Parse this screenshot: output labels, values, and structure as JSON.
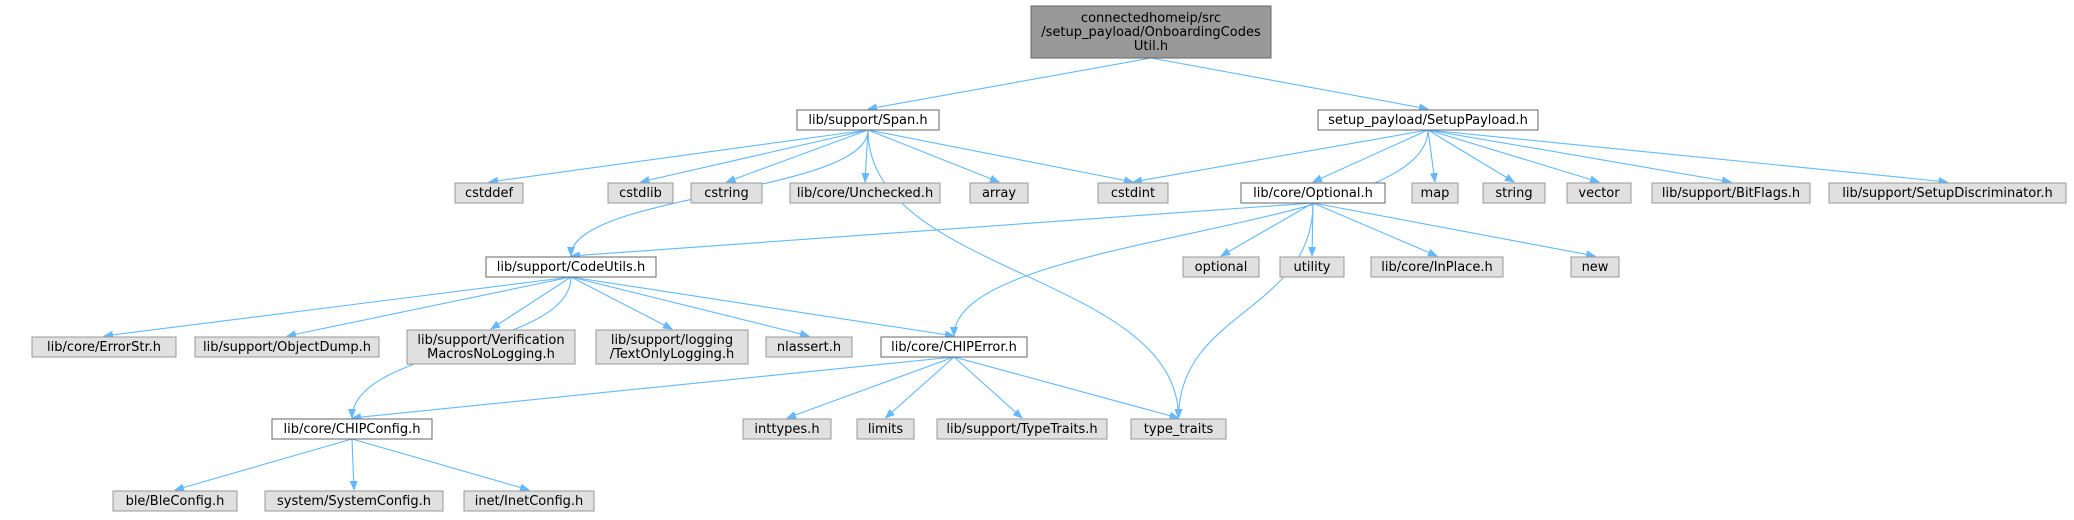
{
  "colors": {
    "root_fill": "#999999",
    "root_stroke": "#666666",
    "doc_fill": "#ffffff",
    "doc_stroke": "#666666",
    "sys_fill": "#e0e0e0",
    "sys_stroke": "#999999",
    "edge": "#63b8ff"
  },
  "nodes": [
    {
      "id": "root",
      "kind": "root",
      "lines": [
        "connectedhomeip/src",
        "/setup_payload/OnboardingCodes",
        "Util.h"
      ]
    },
    {
      "id": "span",
      "kind": "doc",
      "lines": [
        "lib/support/Span.h"
      ]
    },
    {
      "id": "setuppayload",
      "kind": "doc",
      "lines": [
        "setup_payload/SetupPayload.h"
      ]
    },
    {
      "id": "cstddef",
      "kind": "sys",
      "lines": [
        "cstddef"
      ]
    },
    {
      "id": "cstdlib",
      "kind": "sys",
      "lines": [
        "cstdlib"
      ]
    },
    {
      "id": "cstring",
      "kind": "sys",
      "lines": [
        "cstring"
      ]
    },
    {
      "id": "unchecked",
      "kind": "sys",
      "lines": [
        "lib/core/Unchecked.h"
      ]
    },
    {
      "id": "array",
      "kind": "sys",
      "lines": [
        "array"
      ]
    },
    {
      "id": "cstdint",
      "kind": "sys",
      "lines": [
        "cstdint"
      ]
    },
    {
      "id": "optional_h",
      "kind": "doc",
      "lines": [
        "lib/core/Optional.h"
      ]
    },
    {
      "id": "map",
      "kind": "sys",
      "lines": [
        "map"
      ]
    },
    {
      "id": "string",
      "kind": "sys",
      "lines": [
        "string"
      ]
    },
    {
      "id": "vector",
      "kind": "sys",
      "lines": [
        "vector"
      ]
    },
    {
      "id": "bitflags",
      "kind": "sys",
      "lines": [
        "lib/support/BitFlags.h"
      ]
    },
    {
      "id": "setupdisc",
      "kind": "sys",
      "lines": [
        "lib/support/SetupDiscriminator.h"
      ]
    },
    {
      "id": "codeutils",
      "kind": "doc",
      "lines": [
        "lib/support/CodeUtils.h"
      ]
    },
    {
      "id": "optional",
      "kind": "sys",
      "lines": [
        "optional"
      ]
    },
    {
      "id": "utility",
      "kind": "sys",
      "lines": [
        "utility"
      ]
    },
    {
      "id": "inplace",
      "kind": "sys",
      "lines": [
        "lib/core/InPlace.h"
      ]
    },
    {
      "id": "new",
      "kind": "sys",
      "lines": [
        "new"
      ]
    },
    {
      "id": "errorstr",
      "kind": "sys",
      "lines": [
        "lib/core/ErrorStr.h"
      ]
    },
    {
      "id": "objectdump",
      "kind": "sys",
      "lines": [
        "lib/support/ObjectDump.h"
      ]
    },
    {
      "id": "verifmacros",
      "kind": "sys",
      "lines": [
        "lib/support/Verification",
        "MacrosNoLogging.h"
      ]
    },
    {
      "id": "textonly",
      "kind": "sys",
      "lines": [
        "lib/support/logging",
        "/TextOnlyLogging.h"
      ]
    },
    {
      "id": "nlassert",
      "kind": "sys",
      "lines": [
        "nlassert.h"
      ]
    },
    {
      "id": "chiperror",
      "kind": "doc",
      "lines": [
        "lib/core/CHIPError.h"
      ]
    },
    {
      "id": "chipconfig",
      "kind": "doc",
      "lines": [
        "lib/core/CHIPConfig.h"
      ]
    },
    {
      "id": "inttypes",
      "kind": "sys",
      "lines": [
        "inttypes.h"
      ]
    },
    {
      "id": "limits",
      "kind": "sys",
      "lines": [
        "limits"
      ]
    },
    {
      "id": "typetraits",
      "kind": "sys",
      "lines": [
        "lib/support/TypeTraits.h"
      ]
    },
    {
      "id": "type_traits",
      "kind": "sys",
      "lines": [
        "type_traits"
      ]
    },
    {
      "id": "bleconfig",
      "kind": "sys",
      "lines": [
        "ble/BleConfig.h"
      ]
    },
    {
      "id": "systemconfig",
      "kind": "sys",
      "lines": [
        "system/SystemConfig.h"
      ]
    },
    {
      "id": "inetconfig",
      "kind": "sys",
      "lines": [
        "inet/InetConfig.h"
      ]
    }
  ],
  "edges": [
    [
      "root",
      "span"
    ],
    [
      "root",
      "setuppayload"
    ],
    [
      "span",
      "cstddef"
    ],
    [
      "span",
      "codeutils"
    ],
    [
      "span",
      "cstdlib"
    ],
    [
      "span",
      "cstring"
    ],
    [
      "span",
      "unchecked"
    ],
    [
      "span",
      "array"
    ],
    [
      "span",
      "cstdint"
    ],
    [
      "span",
      "type_traits"
    ],
    [
      "setuppayload",
      "cstdint"
    ],
    [
      "setuppayload",
      "chiperror"
    ],
    [
      "setuppayload",
      "optional_h"
    ],
    [
      "setuppayload",
      "map"
    ],
    [
      "setuppayload",
      "string"
    ],
    [
      "setuppayload",
      "vector"
    ],
    [
      "setuppayload",
      "bitflags"
    ],
    [
      "setuppayload",
      "setupdisc"
    ],
    [
      "optional_h",
      "codeutils"
    ],
    [
      "optional_h",
      "optional"
    ],
    [
      "optional_h",
      "utility"
    ],
    [
      "optional_h",
      "inplace"
    ],
    [
      "optional_h",
      "new"
    ],
    [
      "optional_h",
      "type_traits"
    ],
    [
      "codeutils",
      "chipconfig"
    ],
    [
      "codeutils",
      "errorstr"
    ],
    [
      "codeutils",
      "objectdump"
    ],
    [
      "codeutils",
      "verifmacros"
    ],
    [
      "codeutils",
      "textonly"
    ],
    [
      "codeutils",
      "nlassert"
    ],
    [
      "codeutils",
      "chiperror"
    ],
    [
      "chiperror",
      "chipconfig"
    ],
    [
      "chiperror",
      "inttypes"
    ],
    [
      "chiperror",
      "limits"
    ],
    [
      "chiperror",
      "typetraits"
    ],
    [
      "chiperror",
      "type_traits"
    ],
    [
      "chipconfig",
      "bleconfig"
    ],
    [
      "chipconfig",
      "systemconfig"
    ],
    [
      "chipconfig",
      "inetconfig"
    ]
  ]
}
